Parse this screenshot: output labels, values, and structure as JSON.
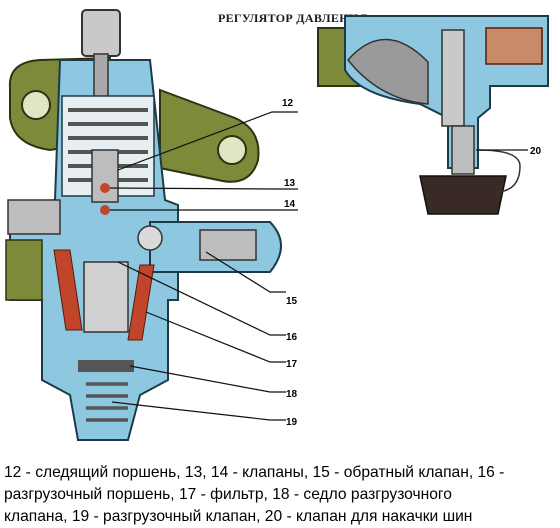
{
  "diagram": {
    "title": "РЕГУЛЯТОР ДАВЛЕНИЯ",
    "callouts": [
      "12",
      "13",
      "14",
      "15",
      "16",
      "17",
      "18",
      "19",
      "20"
    ]
  },
  "caption": {
    "line1": "12 - следящий поршень, 13, 14 - клапаны, 15 - обратный клапан, 16 -",
    "line2": "разгрузочный поршень, 17 - фильтр, 18 - седло разгрузочного",
    "line3": "клапана, 19 - разгрузочный клапан, 20 - клапан для накачки шин"
  },
  "colors": {
    "body_blue": "#8ec8e0",
    "housing_green": "#7d8a3a",
    "spring_gray": "#8a8a8a",
    "accent_red": "#c0452a",
    "line_black": "#111111"
  }
}
